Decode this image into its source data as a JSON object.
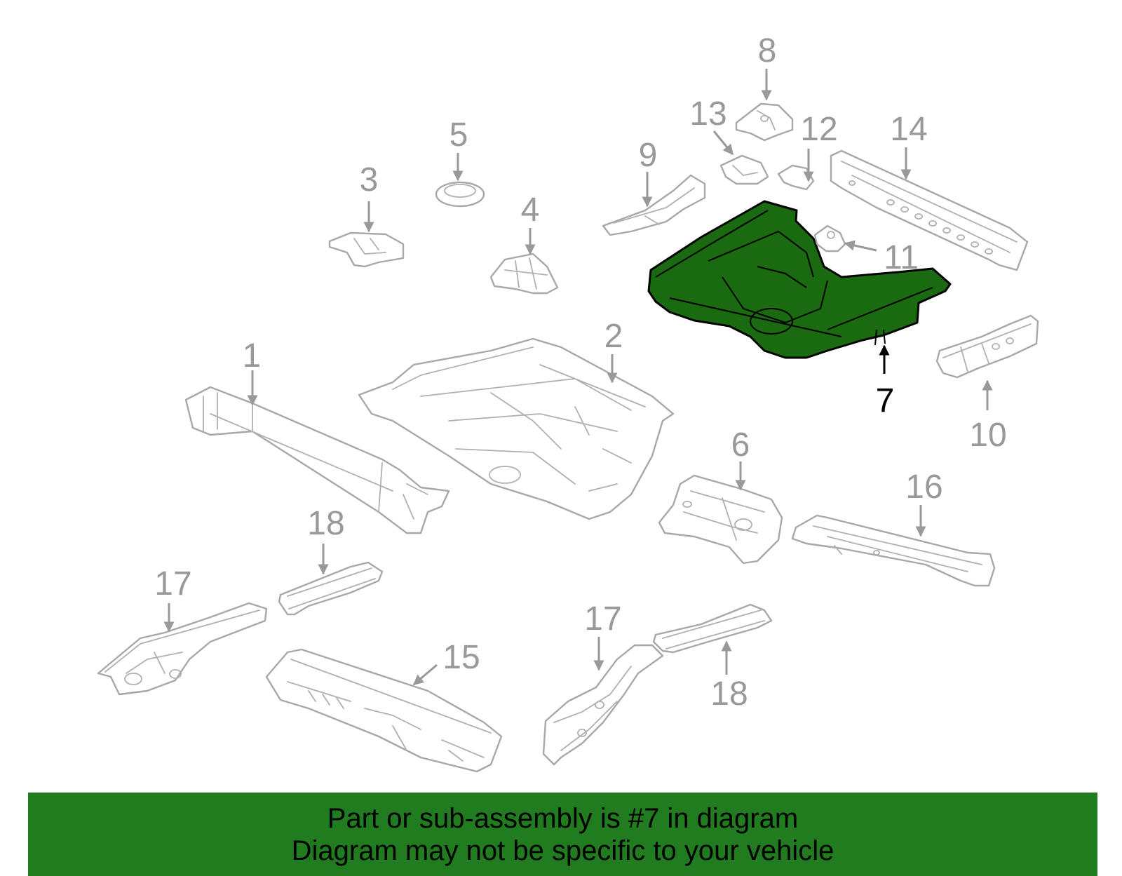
{
  "diagram": {
    "callouts": [
      "1",
      "2",
      "3",
      "4",
      "5",
      "6",
      "7",
      "8",
      "9",
      "10",
      "11",
      "12",
      "13",
      "14",
      "15",
      "16",
      "17",
      "18",
      "17",
      "18"
    ],
    "highlighted_part": "7"
  },
  "banner": {
    "line1": "Part or sub-assembly is #7 in diagram",
    "line2": "Diagram may not be specific to your vehicle"
  },
  "colors": {
    "highlight_fill": "#1a6b10",
    "banner_bg": "#217b1f",
    "part_outline": "#a8a8a8",
    "callout_text": "#999999"
  }
}
